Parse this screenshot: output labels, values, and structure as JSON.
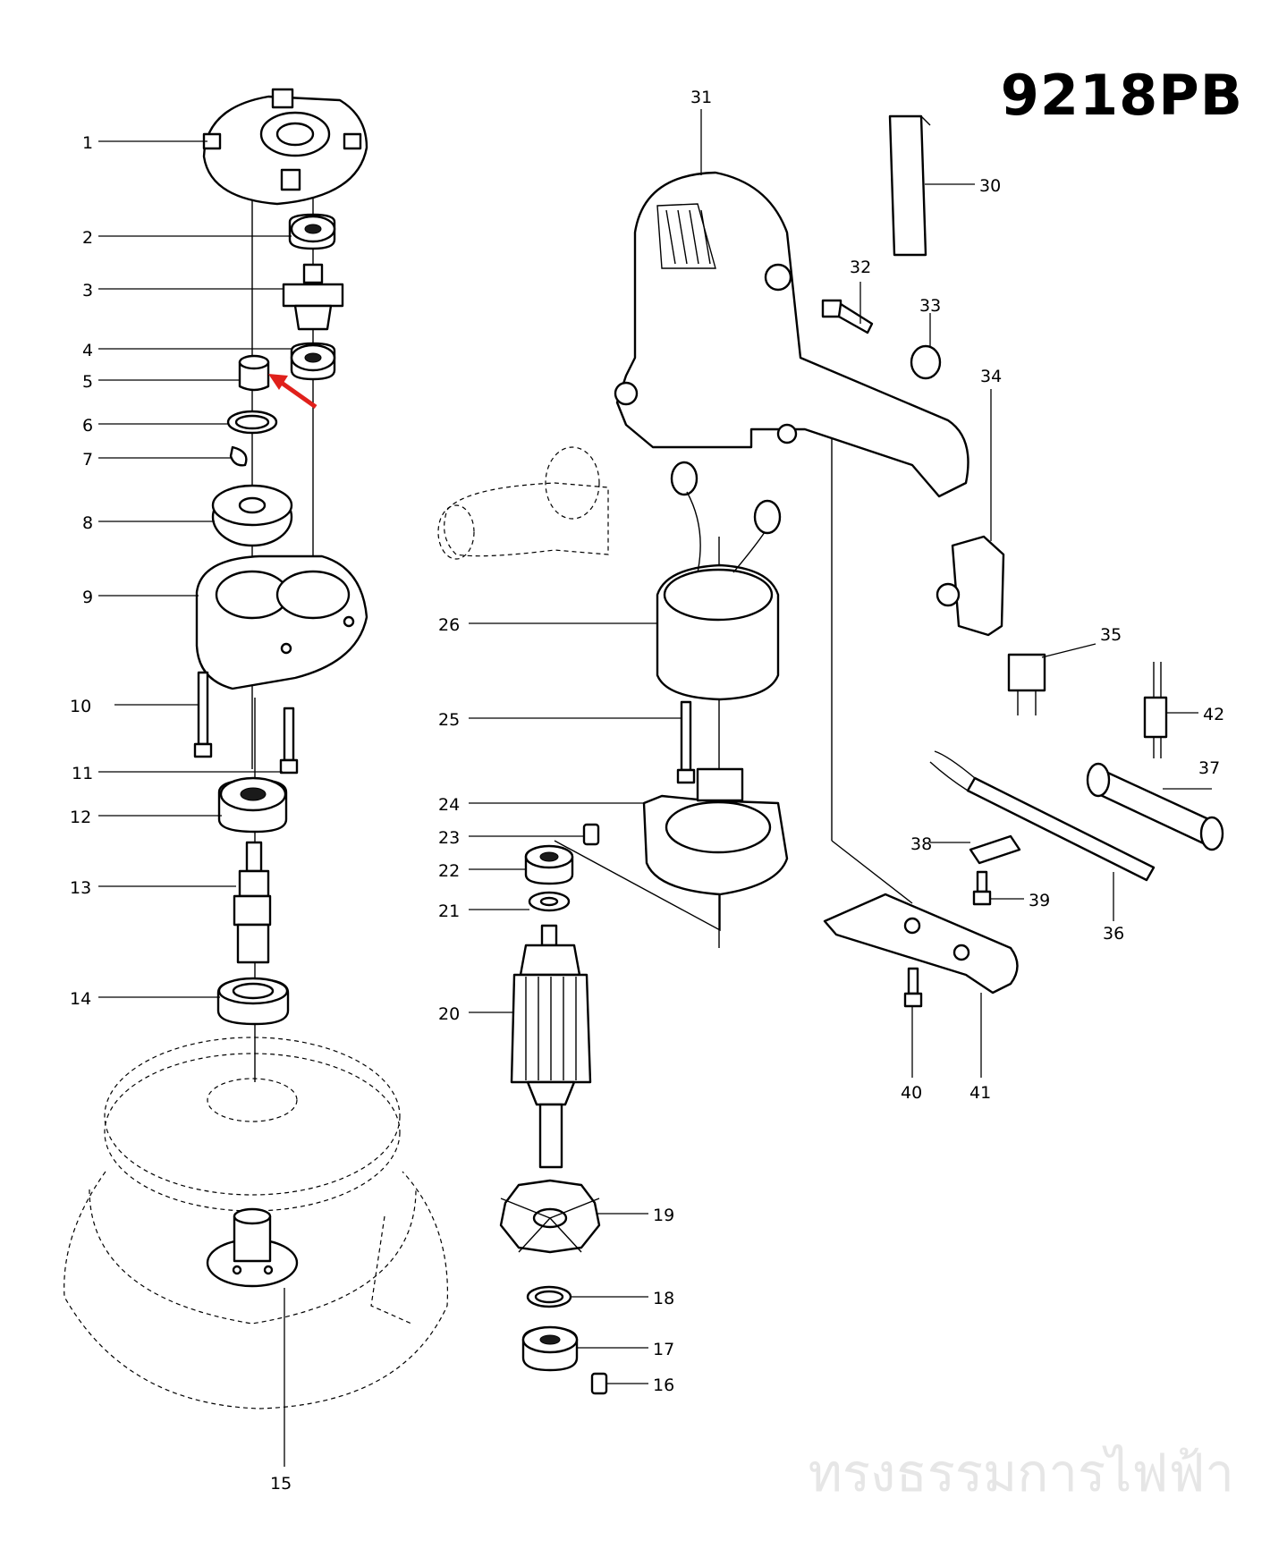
{
  "model": "9218PB",
  "watermark": "ทรงธรรมการไฟฟ้า",
  "highlight_color": "#e0201b",
  "callouts": [
    "1",
    "2",
    "3",
    "4",
    "5",
    "6",
    "7",
    "8",
    "9",
    "10",
    "11",
    "12",
    "13",
    "14",
    "15",
    "16",
    "17",
    "18",
    "19",
    "20",
    "21",
    "22",
    "23",
    "24",
    "25",
    "26",
    "30",
    "31",
    "32",
    "33",
    "34",
    "35",
    "36",
    "37",
    "38",
    "39",
    "40",
    "41",
    "42"
  ],
  "highlighted_part": "5"
}
